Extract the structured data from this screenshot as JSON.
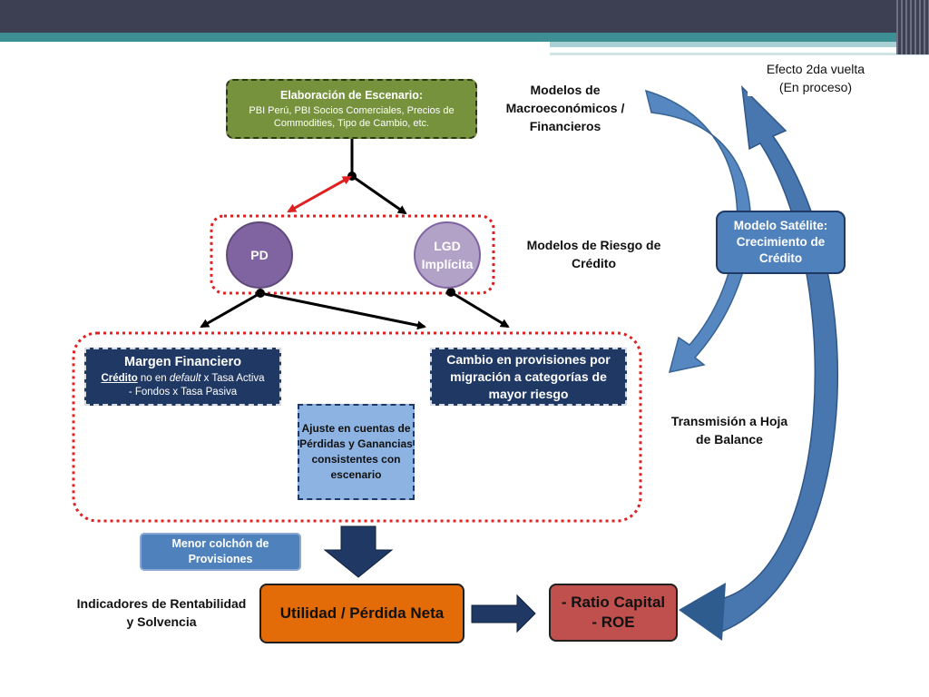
{
  "scenario": {
    "title": "Elaboración de Escenario:",
    "subtitle": "PBI Perú, PBI Socios Comerciales, Precios de Commodities, Tipo de Cambio, etc."
  },
  "labels": {
    "macro": "Modelos de Macroeconómicos / Financieros",
    "riesgo": "Modelos de Riesgo de Crédito",
    "transmision": "Transmisión a Hoja de Balance",
    "indicadores": "Indicadores de Rentabilidad y Solvencia",
    "efecto_line1": "Efecto 2da vuelta",
    "efecto_line2": "(En proceso)"
  },
  "nodes": {
    "pd": "PD",
    "lgd_line1": "LGD",
    "lgd_line2": "Implícita",
    "margen_title": "Margen Financiero",
    "margen_credito": "Crédito",
    "margen_no_en": " no en ",
    "margen_default": "default",
    "margen_x_tasa_activa": " x Tasa Activa",
    "margen_line3": "- Fondos x Tasa Pasiva",
    "cambio": "Cambio en provisiones por migración a categorías de mayor riesgo",
    "ajuste": "Ajuste en cuentas de Pérdidas y Ganancias consistentes con escenario",
    "satelite": "Modelo Satélite: Crecimiento de Crédito",
    "menor": "Menor colchón de Provisiones",
    "utilidad": "Utilidad / Pérdida Neta",
    "ratio_line1": "- Ratio Capital",
    "ratio_line2": "- ROE"
  },
  "colors": {
    "scenario": "#76923c",
    "pd": "#8064a2",
    "lgd": "#b3a2c7",
    "navy": "#1f3864",
    "ajuste": "#8db3e2",
    "blue": "#4f81bd",
    "utilidad": "#e36c09",
    "ratio": "#c0504d",
    "dotted_red": "#e02020"
  }
}
